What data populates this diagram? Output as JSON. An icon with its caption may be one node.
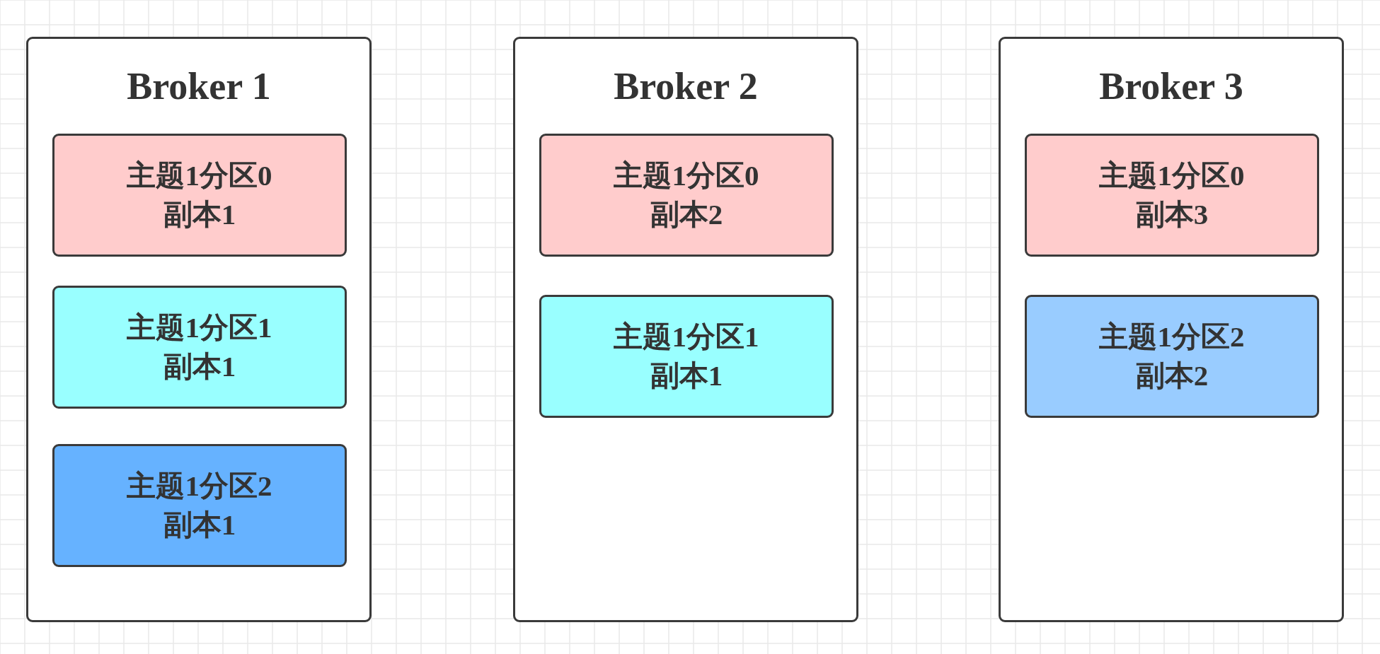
{
  "diagram": {
    "nodes": [
      {
        "text": [
          "Broker 1"
        ]
      },
      {
        "text": [
          "主题1分区0副本1"
        ],
        "in": 0
      },
      {
        "text": [
          "主题1分区1副本1"
        ],
        "in": 0
      },
      {
        "text": [
          "主题1分区2副本1"
        ],
        "in": 0
      },
      {
        "text": [
          "Broker 2"
        ]
      },
      {
        "text": [
          "主题1分区0副本2"
        ],
        "in": 4
      },
      {
        "text": [
          "主题1分区1副本1"
        ],
        "in": 4
      },
      {
        "text": [
          "Broker 3"
        ]
      },
      {
        "text": [
          "主题1分区0副本3"
        ],
        "in": 7
      },
      {
        "text": [
          "主题1分区2副本2"
        ],
        "in": 7
      }
    ]
  }
}
